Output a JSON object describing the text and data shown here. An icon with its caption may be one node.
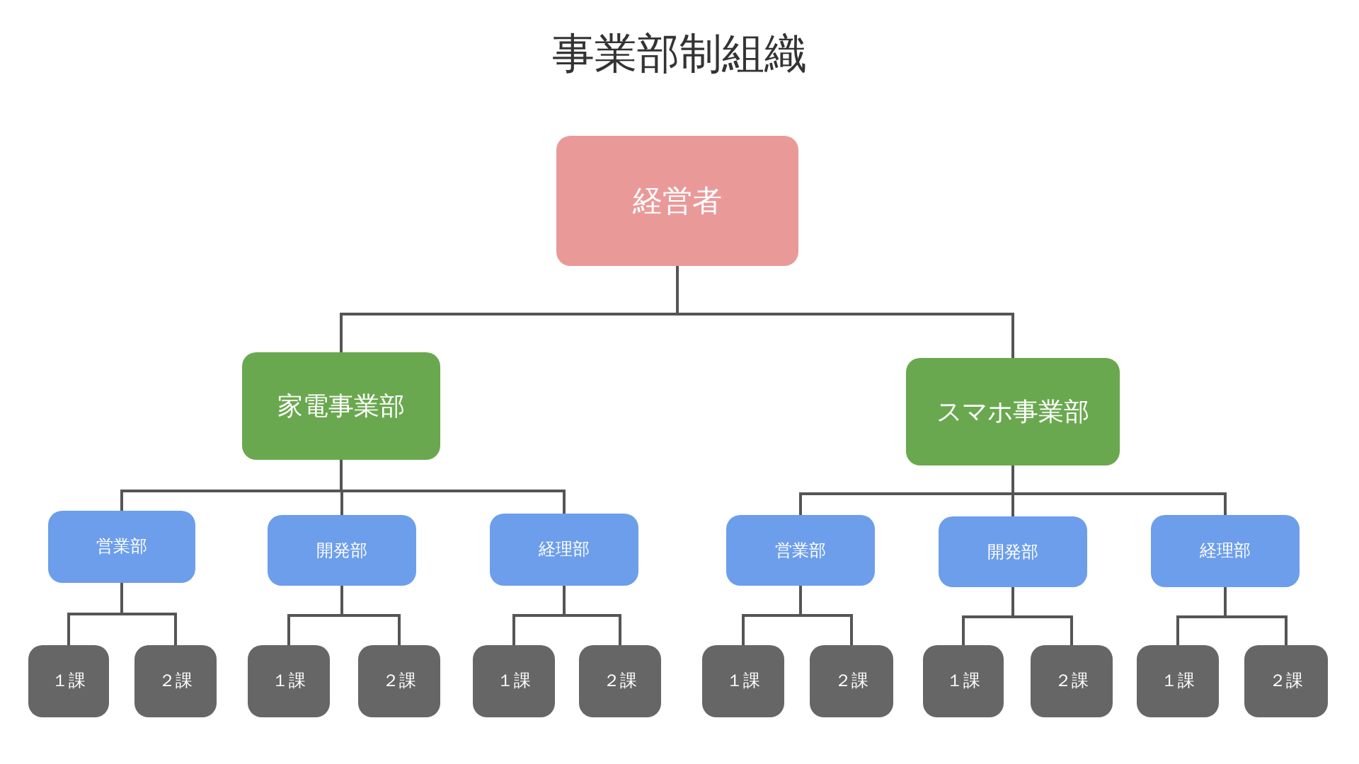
{
  "diagram": {
    "title": "事業部制組織",
    "nodes": [
      {
        "text": [
          "経営者"
        ]
      },
      {
        "text": [
          "家電事業部"
        ]
      },
      {
        "text": [
          "スマホ事業部"
        ]
      },
      {
        "text": [
          "営業部"
        ]
      },
      {
        "text": [
          "開発部"
        ]
      },
      {
        "text": [
          "経理部"
        ]
      },
      {
        "text": [
          "営業部"
        ]
      },
      {
        "text": [
          "開発部"
        ]
      },
      {
        "text": [
          "経理部"
        ]
      },
      {
        "text": [
          "１課"
        ]
      },
      {
        "text": [
          "２課"
        ]
      },
      {
        "text": [
          "１課"
        ]
      },
      {
        "text": [
          "２課"
        ]
      },
      {
        "text": [
          "１課"
        ]
      },
      {
        "text": [
          "２課"
        ]
      },
      {
        "text": [
          "１課"
        ]
      },
      {
        "text": [
          "２課"
        ]
      },
      {
        "text": [
          "１課"
        ]
      },
      {
        "text": [
          "２課"
        ]
      },
      {
        "text": [
          "１課"
        ]
      },
      {
        "text": [
          "２課"
        ]
      }
    ],
    "edges": [
      {
        "from": 0,
        "to": 1,
        "arrow": "none"
      },
      {
        "from": 0,
        "to": 2,
        "arrow": "none"
      },
      {
        "from": 1,
        "to": 3,
        "arrow": "none"
      },
      {
        "from": 1,
        "to": 4,
        "arrow": "none"
      },
      {
        "from": 1,
        "to": 5,
        "arrow": "none"
      },
      {
        "from": 2,
        "to": 6,
        "arrow": "none"
      },
      {
        "from": 2,
        "to": 7,
        "arrow": "none"
      },
      {
        "from": 2,
        "to": 8,
        "arrow": "none"
      },
      {
        "from": 3,
        "to": 9,
        "arrow": "none"
      },
      {
        "from": 3,
        "to": 10,
        "arrow": "none"
      },
      {
        "from": 4,
        "to": 11,
        "arrow": "none"
      },
      {
        "from": 4,
        "to": 12,
        "arrow": "none"
      },
      {
        "from": 5,
        "to": 13,
        "arrow": "none"
      },
      {
        "from": 5,
        "to": 14,
        "arrow": "none"
      },
      {
        "from": 6,
        "to": 15,
        "arrow": "none"
      },
      {
        "from": 6,
        "to": 16,
        "arrow": "none"
      },
      {
        "from": 7,
        "to": 17,
        "arrow": "none"
      },
      {
        "from": 7,
        "to": 18,
        "arrow": "none"
      },
      {
        "from": 8,
        "to": 19,
        "arrow": "none"
      },
      {
        "from": 8,
        "to": 20,
        "arrow": "none"
      }
    ]
  }
}
